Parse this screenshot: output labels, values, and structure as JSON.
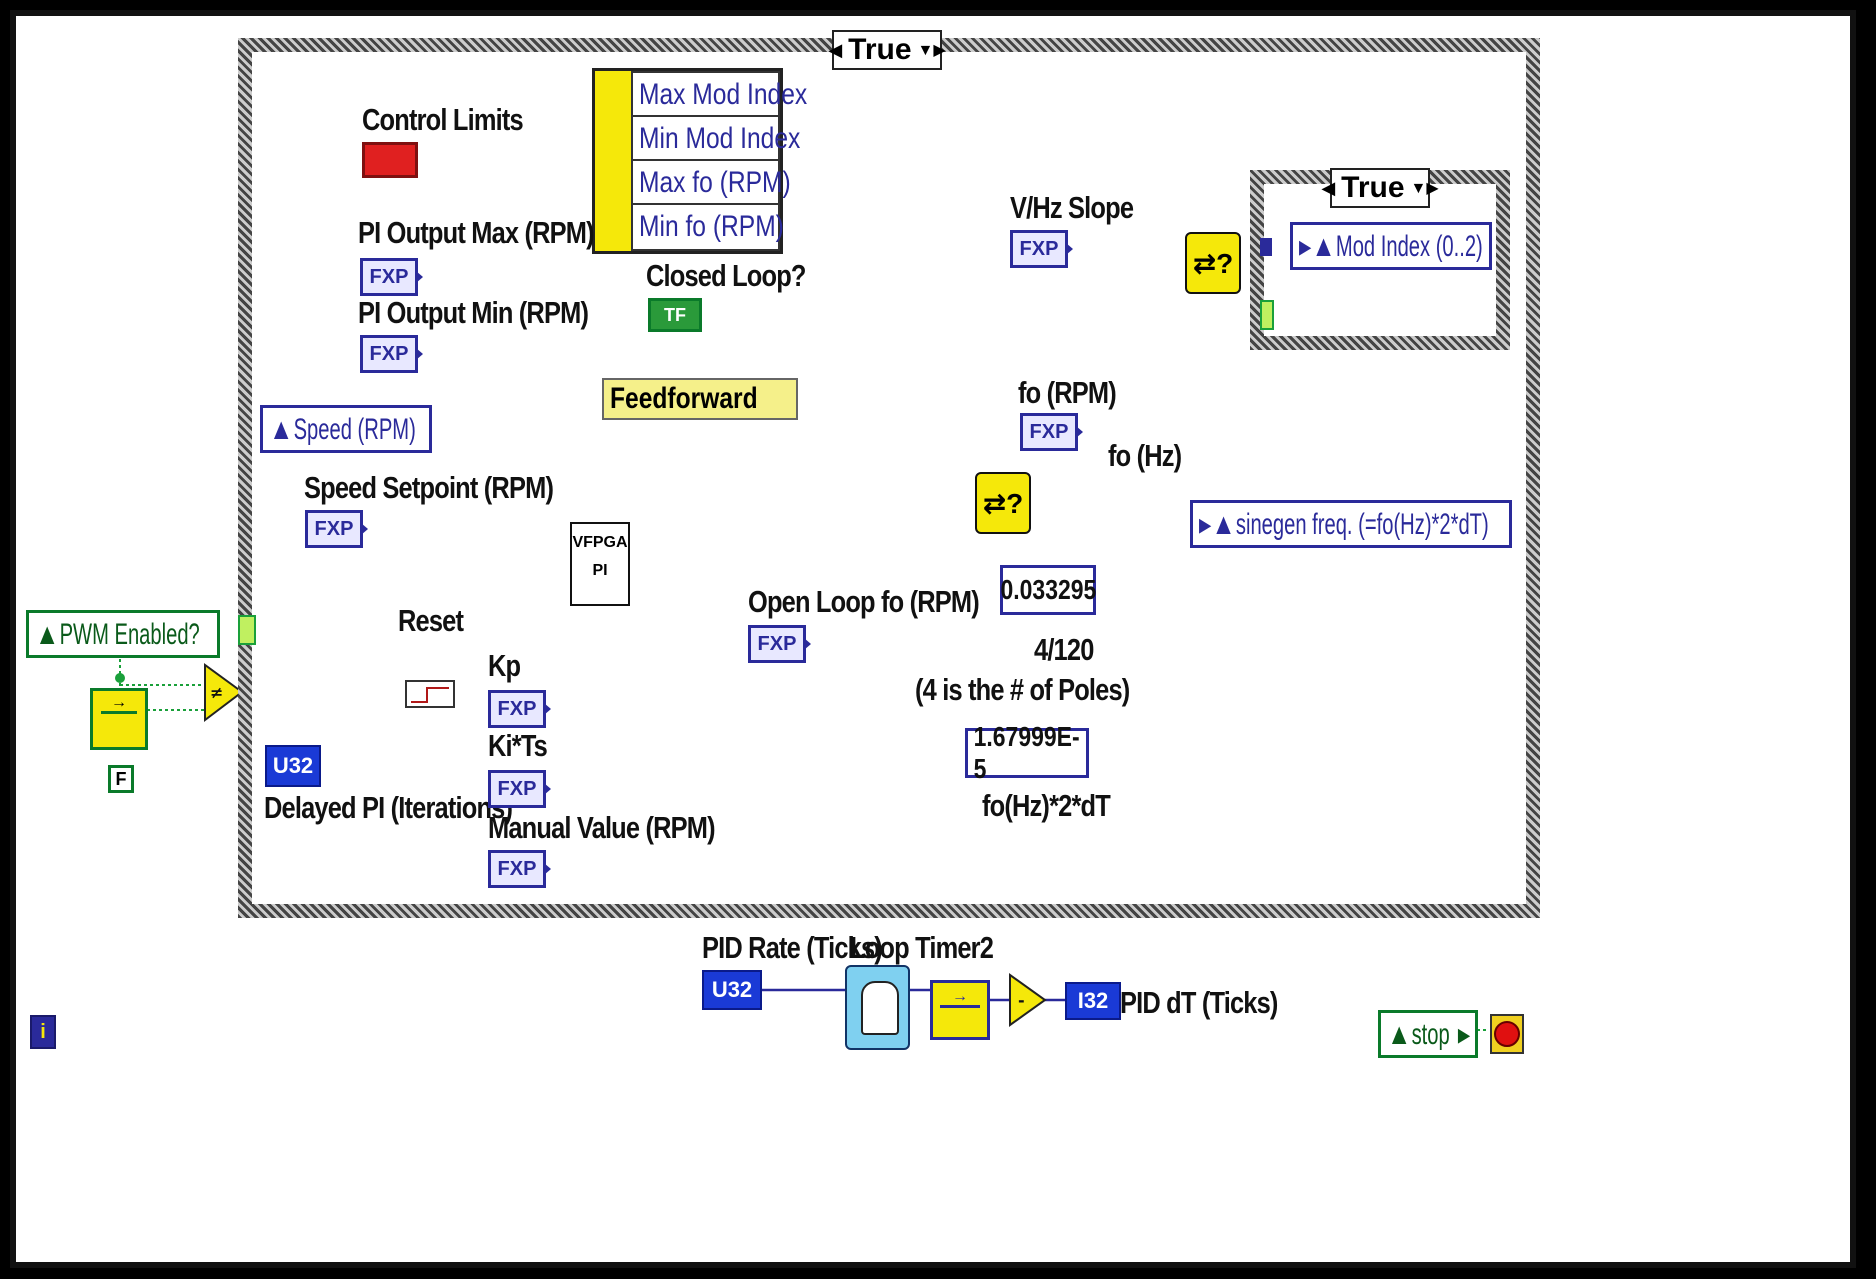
{
  "case_structure": {
    "selector": "True"
  },
  "inner_case": {
    "selector": "True"
  },
  "labels": {
    "control_limits": "Control Limits",
    "pi_output_max": "PI Output Max (RPM)",
    "pi_output_min": "PI Output Min (RPM)",
    "closed_loop": "Closed Loop?",
    "speed_setpoint": "Speed Setpoint (RPM)",
    "feedforward": "Feedforward",
    "reset": "Reset",
    "kp": "Kp",
    "ki_ts": "Ki*Ts",
    "manual_value": "Manual Value (RPM)",
    "delayed_pi": "Delayed PI (Iterations)",
    "open_loop_fo": "Open Loop fo (RPM)",
    "vhz_slope": "V/Hz Slope",
    "fo_rpm": "fo (RPM)",
    "fo_hz": "fo (Hz)",
    "const_note_1": "4/120",
    "const_note_2": "(4 is the # of Poles)",
    "const_note_3": "fo(Hz)*2*dT",
    "pid_rate": "PID Rate (Ticks)",
    "loop_timer": "Loop Timer2",
    "pid_dt": "PID dT (Ticks)"
  },
  "bundle": {
    "items": [
      "Max Mod Index",
      "Min Mod Index",
      "Max fo (RPM)",
      "Min fo (RPM)"
    ]
  },
  "indicators": {
    "speed": "Speed (RPM)",
    "pwm_enabled": "PWM Enabled?",
    "mod_index": "Mod Index (0..2)",
    "sinegen": "sinegen freq. (=fo(Hz)*2*dT)",
    "stop": "stop"
  },
  "constants": {
    "poles_ratio": "0.033295",
    "dt_value": "1.67999E-5"
  },
  "terminal_types": {
    "fxp": "FXP",
    "u32": "U32",
    "i32": "I32",
    "bool": "TF",
    "false_const": "F",
    "vi_name_1": "VFPGA",
    "vi_name_2": "PI",
    "loop_i": "i"
  },
  "colors": {
    "wire_fxp": "#2a2a9a",
    "wire_bool": "#1aa03a",
    "wire_cluster": "#b01818",
    "node_yellow": "#f5e80a"
  }
}
